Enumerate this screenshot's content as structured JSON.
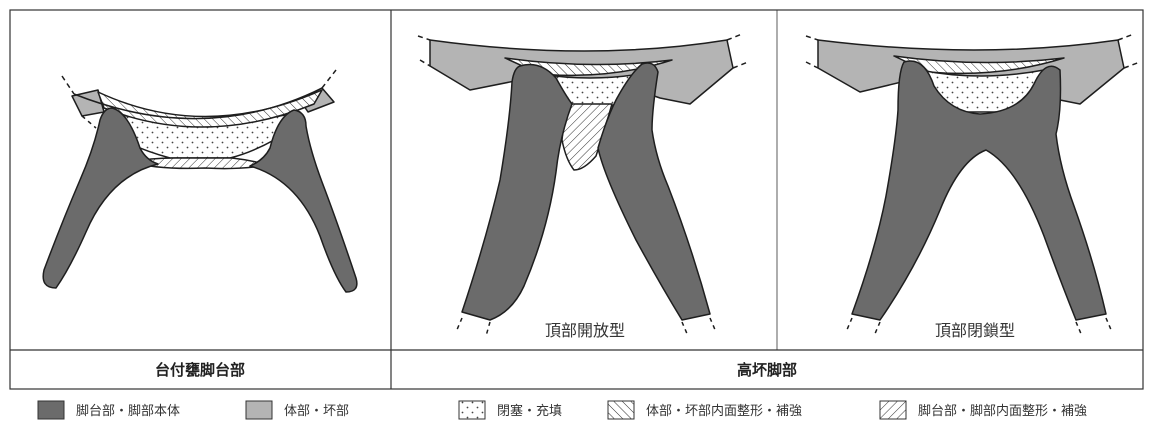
{
  "panels": {
    "left_caption": "台付甕脚台部",
    "right_caption": "高坏脚部",
    "open_label": "頂部開放型",
    "closed_label": "頂部閉鎖型"
  },
  "legend": {
    "items": [
      {
        "label": "脚台部・脚部本体",
        "swatch": "dark"
      },
      {
        "label": "体部・坏部",
        "swatch": "light"
      },
      {
        "label": "閉塞・充填",
        "swatch": "dots"
      },
      {
        "label": "体部・坏部内面整形・補強",
        "swatch": "hatch-right"
      },
      {
        "label": "脚台部・脚部内面整形・補強",
        "swatch": "hatch-left"
      }
    ]
  },
  "colors": {
    "dark": "#6b6b6b",
    "light": "#b4b4b4",
    "line": "#1e1e1e"
  }
}
